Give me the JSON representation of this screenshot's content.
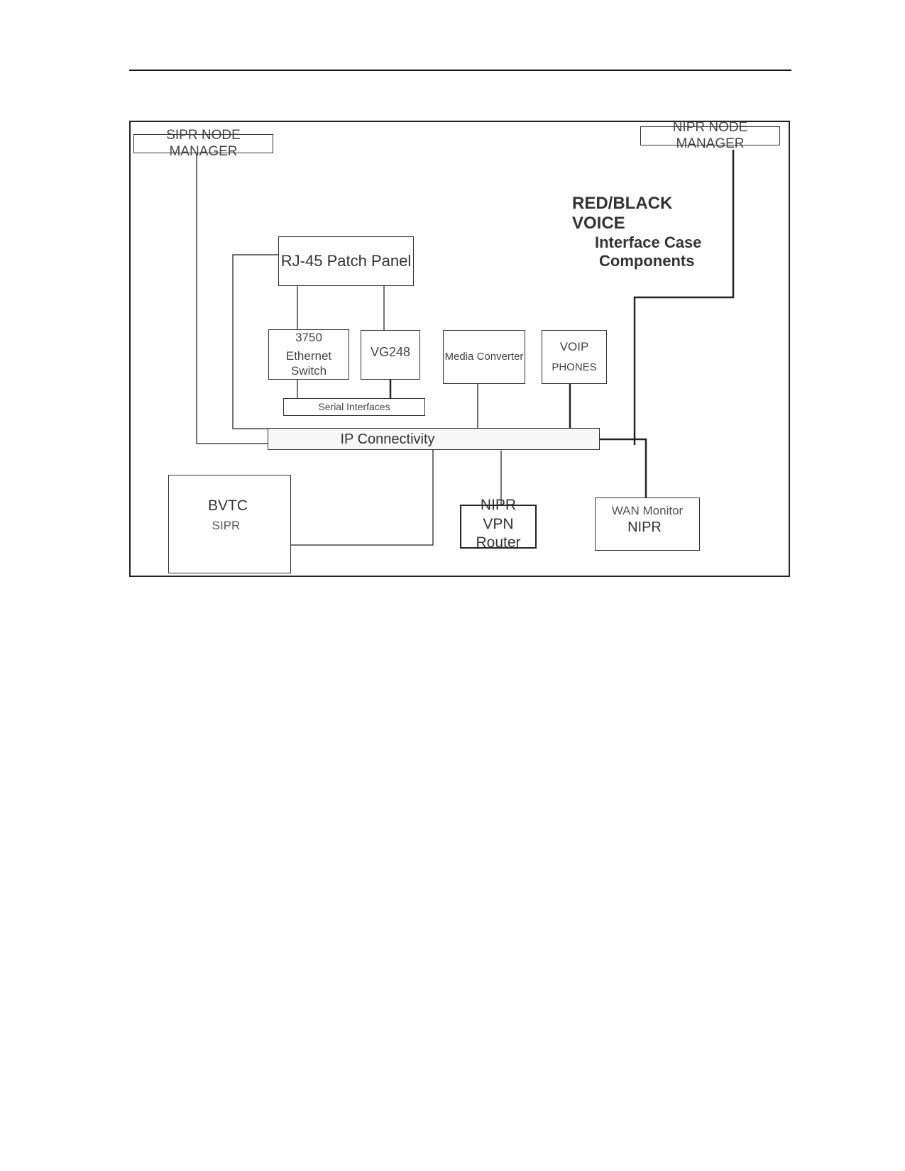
{
  "diagram": {
    "title": {
      "line1": "RED/BLACK VOICE",
      "line2": "Interface Case",
      "line3": "Components"
    },
    "nodes": {
      "sipr_node_manager": "SIPR NODE MANAGER",
      "nipr_node_manager": "NIPR NODE MANAGER",
      "patch_panel": "RJ-45 Patch Panel",
      "ethernet_switch": {
        "line1": "3750",
        "line2": "Ethernet Switch"
      },
      "vg248": "VG248",
      "media_converter": "Media Converter",
      "voip_phones": {
        "line1": "VOIP",
        "line2": "PHONES"
      },
      "serial_interfaces": "Serial Interfaces",
      "ip_connectivity": "IP Connectivity",
      "bvtc": {
        "line1": "BVTC",
        "line2": "SIPR"
      },
      "vpn_router": {
        "line1": "NIPR",
        "line2": "VPN Router"
      },
      "wan_monitor": {
        "line1": "WAN Monitor",
        "line2": "NIPR"
      }
    }
  }
}
